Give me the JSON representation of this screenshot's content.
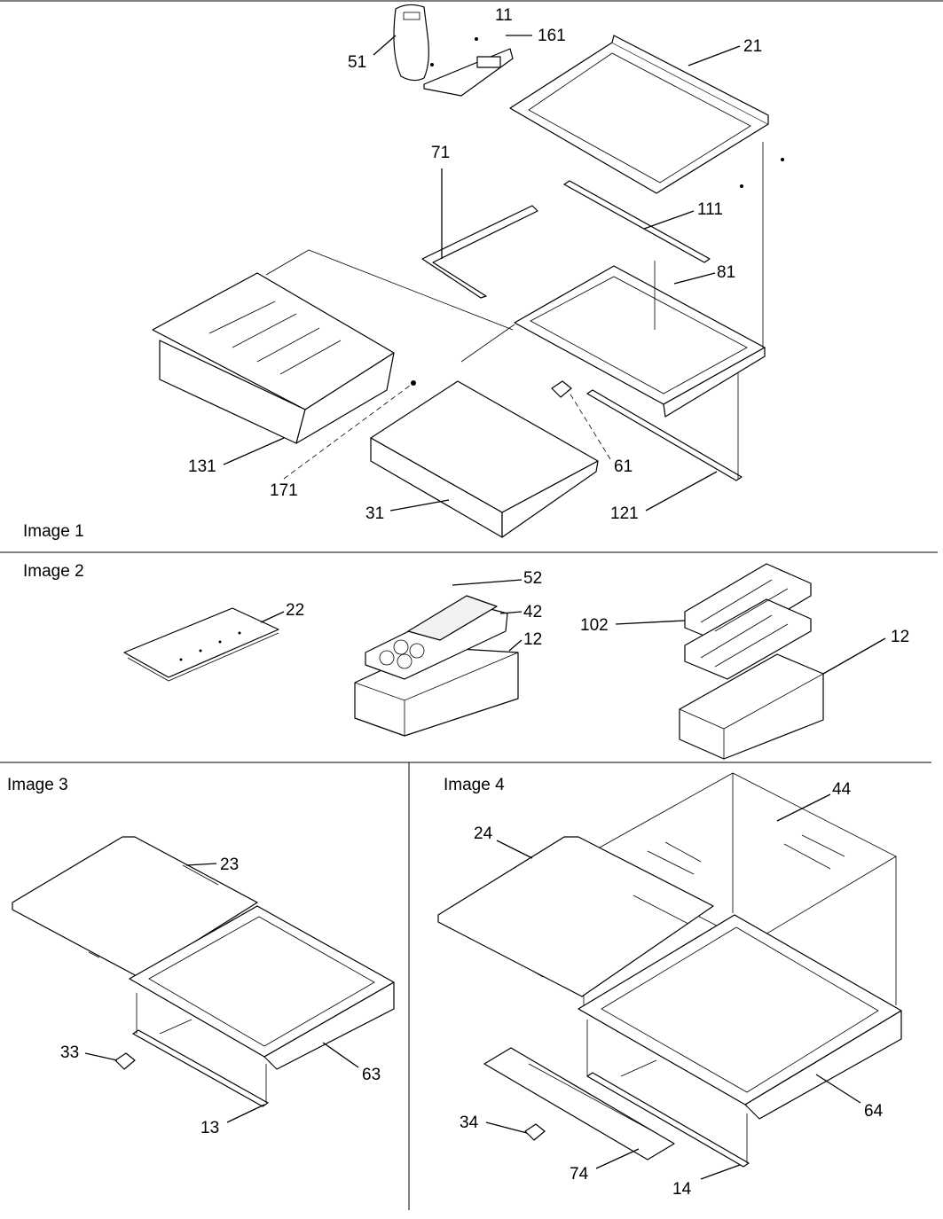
{
  "sections": [
    {
      "id": "image1",
      "title": "Image 1",
      "callouts": [
        "11",
        "161",
        "51",
        "21",
        "71",
        "111",
        "81",
        "131",
        "171",
        "31",
        "61",
        "121"
      ]
    },
    {
      "id": "image2",
      "title": "Image 2",
      "callouts": [
        "22",
        "52",
        "42",
        "12",
        "102",
        "12"
      ]
    },
    {
      "id": "image3",
      "title": "Image 3",
      "callouts": [
        "23",
        "33",
        "63",
        "13"
      ]
    },
    {
      "id": "image4",
      "title": "Image 4",
      "callouts": [
        "24",
        "44",
        "34",
        "64",
        "74",
        "14"
      ]
    }
  ]
}
